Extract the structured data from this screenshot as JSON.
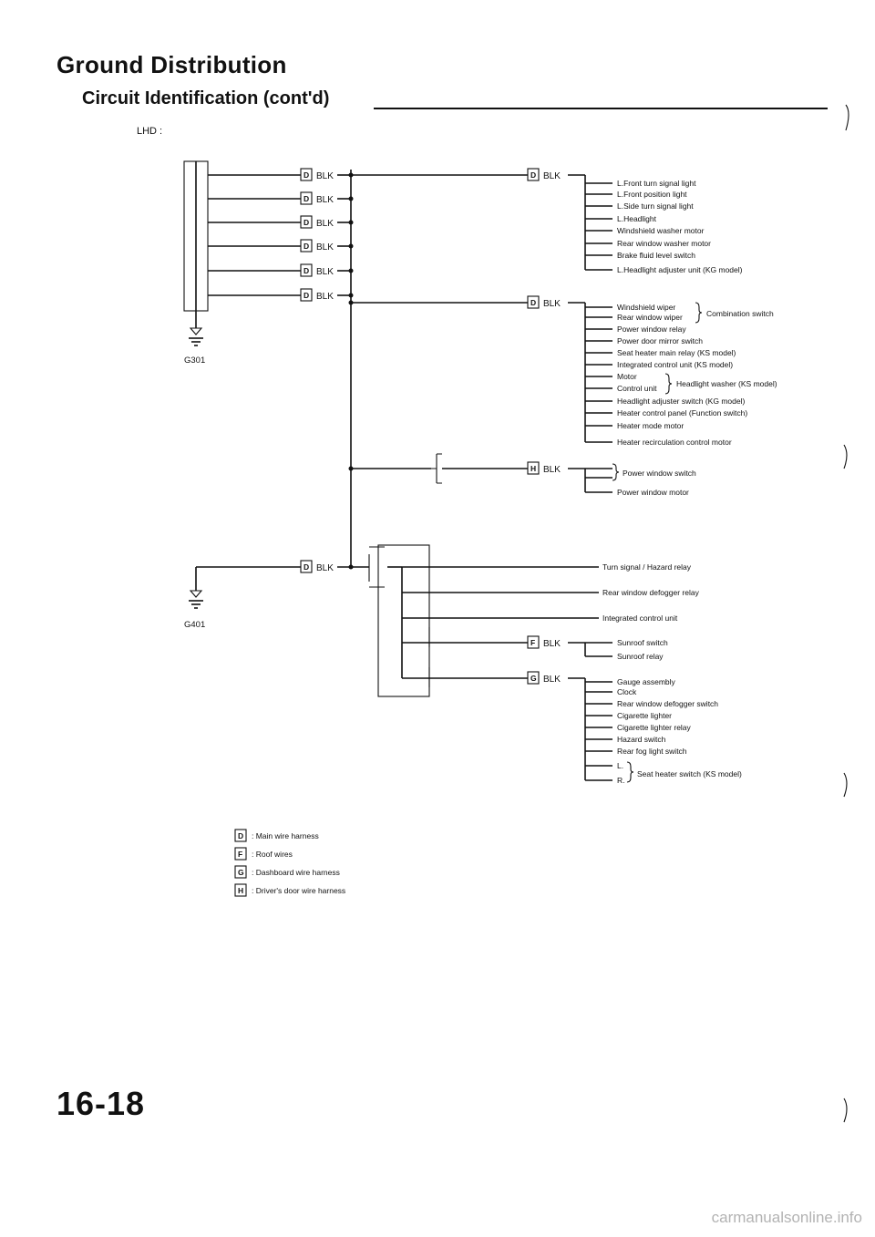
{
  "page": {
    "title": "Ground Distribution",
    "subtitle": "Circuit Identification (cont'd)",
    "variant": "LHD :",
    "page_number": "16-18",
    "watermark": "carmanualsonline.info"
  },
  "wire_color": "BLK",
  "grounds": {
    "g301": "G301",
    "g401": "G401"
  },
  "codes": {
    "d": "D",
    "f": "F",
    "g": "G",
    "h": "H"
  },
  "group1": [
    "L.Front turn signal light",
    "L.Front position light",
    "L.Side turn signal light",
    "L.Headlight",
    "Windshield washer motor",
    "Rear window washer motor",
    "Brake fluid level switch",
    "L.Headlight adjuster unit (KG model)"
  ],
  "group2": {
    "wiper1": "Windshield wiper",
    "wiper2": "Rear window wiper",
    "wiper_group": "Combination switch",
    "items_a": [
      "Power window relay",
      "Power door mirror switch",
      "Seat heater main relay (KS model)",
      "Integrated control unit (KS model)"
    ],
    "motor": "Motor",
    "control_unit": "Control unit",
    "headlight_group": "Headlight washer (KS model)",
    "items_b": [
      "Headlight adjuster switch (KG model)",
      "Heater control panel (Function switch)",
      "Heater mode motor",
      "Heater recirculation control motor"
    ]
  },
  "group3": {
    "switch": "Power window switch",
    "motor": "Power window motor"
  },
  "group4": [
    "Turn signal / Hazard relay",
    "Rear window defogger relay",
    "Integrated control unit"
  ],
  "group5": [
    "Sunroof switch",
    "Sunroof relay"
  ],
  "group6": {
    "items": [
      "Gauge assembly",
      "Clock",
      "Rear window defogger switch",
      "Cigarette lighter",
      "Cigarette lighter relay",
      "Hazard switch",
      "Rear fog light switch"
    ],
    "left": "L.",
    "right": "R.",
    "seat": "Seat heater switch (KS model)"
  },
  "legend": [
    {
      "code": "D",
      "text": ": Main wire harness"
    },
    {
      "code": "F",
      "text": ": Roof wires"
    },
    {
      "code": "G",
      "text": ": Dashboard wire harness"
    },
    {
      "code": "H",
      "text": ": Driver's door wire harness"
    }
  ]
}
